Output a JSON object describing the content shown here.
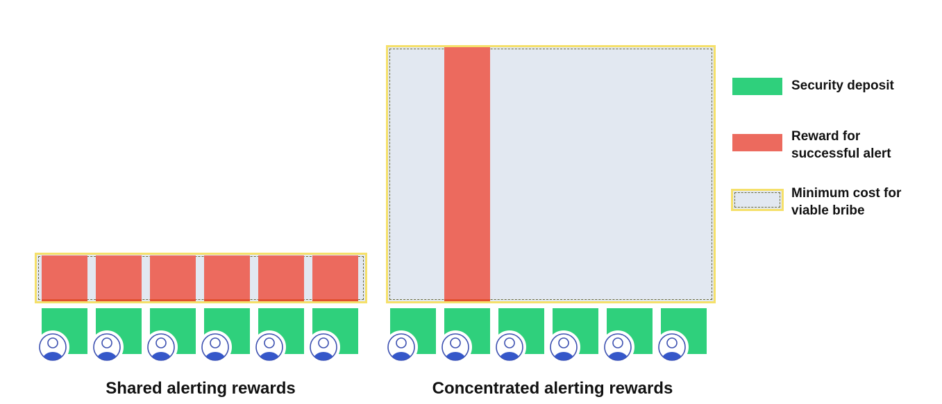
{
  "panels": [
    {
      "title": "Shared alerting rewards",
      "participants": 6,
      "rewarded": [
        0,
        1,
        2,
        3,
        4,
        5
      ]
    },
    {
      "title": "Concentrated alerting rewards",
      "participants": 6,
      "rewarded": [
        1
      ]
    }
  ],
  "legend": [
    {
      "label_line1": "Security deposit",
      "label_line2": "",
      "color": "#2fd07c"
    },
    {
      "label_line1": "Reward for",
      "label_line2": "successful alert",
      "color": "#ec6a5e"
    },
    {
      "label_line1": "Minimum cost for",
      "label_line2": "viable bribe",
      "color": "#e2e8f1"
    }
  ]
}
